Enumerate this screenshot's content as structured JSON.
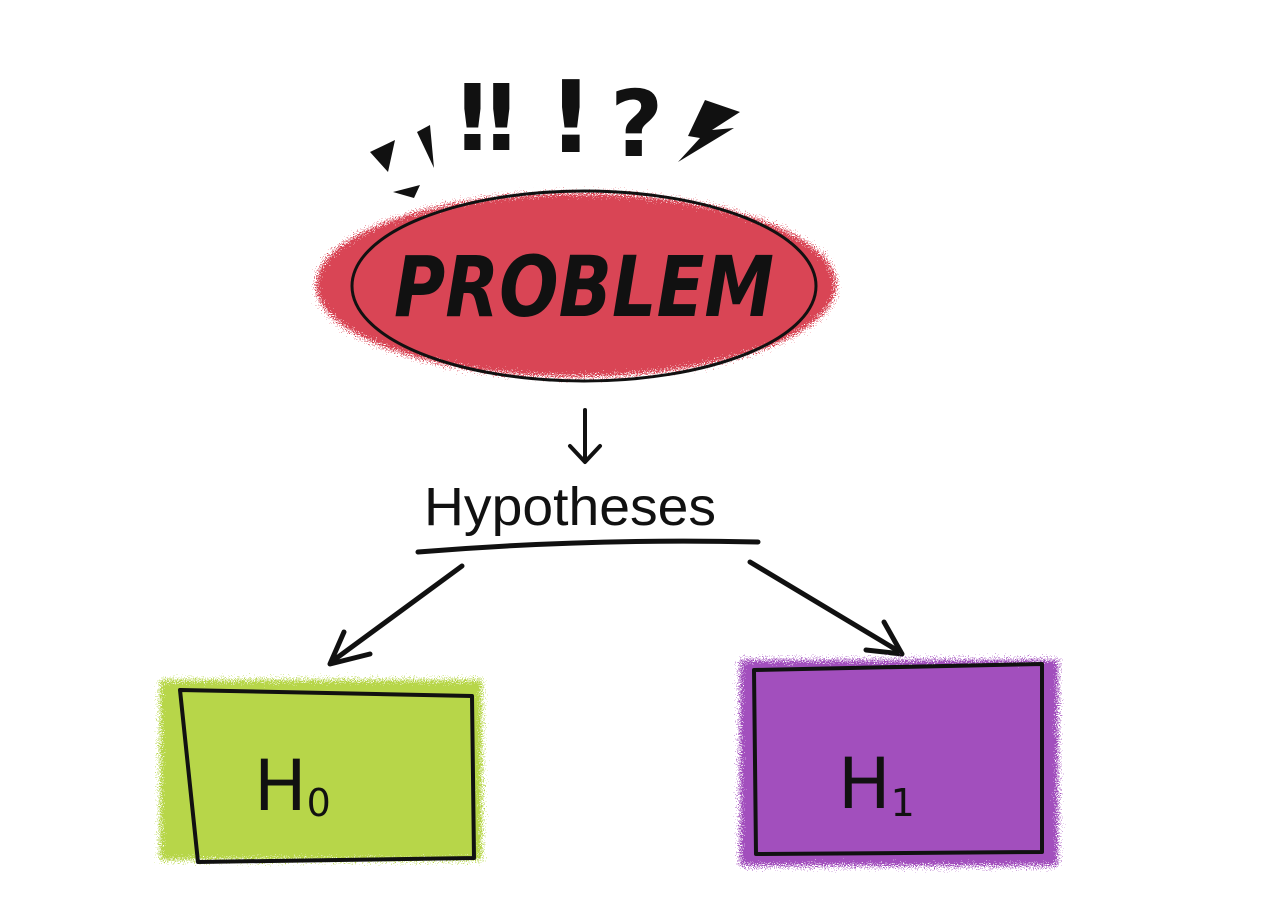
{
  "problem": {
    "label": "PROBLEM",
    "color": "#d94455"
  },
  "exclamation_symbols": [
    "‼",
    "!",
    "?"
  ],
  "hypotheses": {
    "label": "Hypotheses"
  },
  "null_hypothesis": {
    "label": "H",
    "subscript": "0",
    "color": "#b7d64a"
  },
  "alt_hypothesis": {
    "label": "H",
    "subscript": "1",
    "color": "#a24fbd"
  },
  "ink_color": "#111111"
}
